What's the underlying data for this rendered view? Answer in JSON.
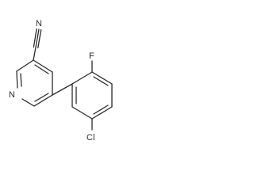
{
  "structure": {
    "atoms": {
      "nitrile_n": "N",
      "pyridine_n": "N",
      "fluorine": "F",
      "chlorine": "Cl"
    },
    "colors": {
      "bond": "#2b2b2b",
      "label": "#2b2b2b",
      "background": "#ffffff"
    }
  }
}
